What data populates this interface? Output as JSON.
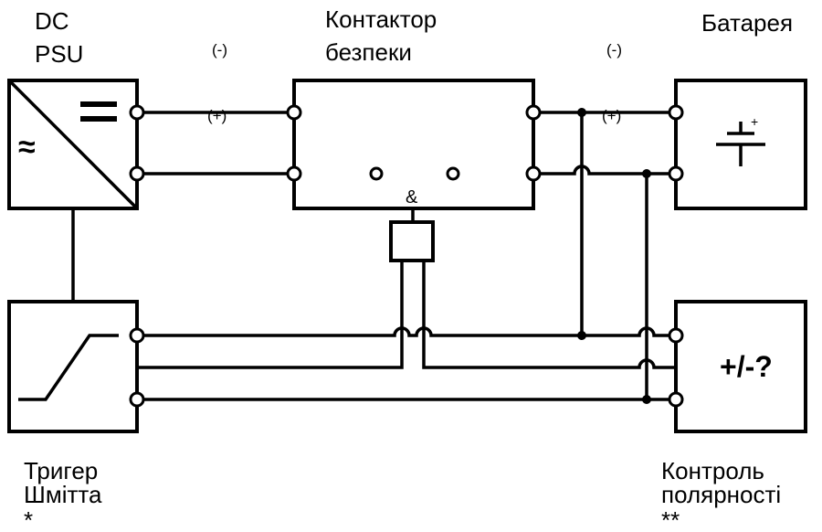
{
  "labels": {
    "psu_line1": "DC",
    "psu_line2": "PSU",
    "contactor_line1": "Контактор",
    "contactor_line2": "безпеки",
    "battery": "Батарея",
    "minus_left": "(-)",
    "plus_left": "(+)",
    "minus_right": "(-)",
    "plus_right": "(+)",
    "and_gate": "&",
    "polarity_symbol": "+/-?",
    "battery_plus": "+",
    "trigger_line1": "Тригер",
    "trigger_line2": "Шмітта",
    "trigger_note": "*",
    "polarity_line1": "Контроль",
    "polarity_line2": "полярності",
    "polarity_note": "**"
  },
  "colors": {
    "ink": "#000000",
    "paper": "#ffffff"
  }
}
